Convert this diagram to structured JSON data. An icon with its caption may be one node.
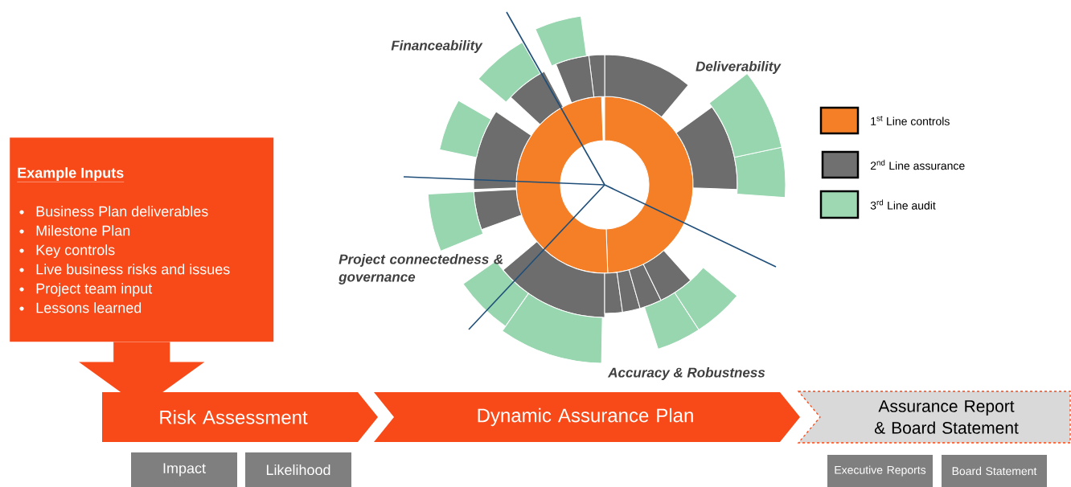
{
  "diagram": {
    "nodes": [
      {
        "text": [
          "Example Inputs",
          "Business Plan deliverables",
          "Milestone Plan",
          "Key controls",
          "Live business risks and issues",
          "Project team input",
          "Lessons learned"
        ]
      },
      {
        "text": [
          "Risk Assessment"
        ]
      },
      {
        "text": [
          "Dynamic Assurance Plan"
        ]
      },
      {
        "text": [
          "Assurance Report & Board Statement"
        ]
      },
      {
        "text": [
          "Impact"
        ]
      },
      {
        "text": [
          "Likelihood"
        ]
      },
      {
        "text": [
          "Executive Reports"
        ]
      },
      {
        "text": [
          "Board Statement"
        ]
      }
    ],
    "edges": [
      {
        "from": 0,
        "to": 1,
        "arrow": "to",
        "style": "thick"
      }
    ],
    "labels": [
      "Financeability",
      "Deliverability",
      "Project connectedness & governance",
      "Accuracy & Robustness"
    ],
    "legend": [
      {
        "text": "1$^{st}$ Line controls",
        "color": "#f47f26"
      },
      {
        "text": "2$^{nd}$ Line assurance",
        "color": "#707070"
      },
      {
        "text": "3$^{rd}$ Line audit",
        "color": "#9dd8b3"
      }
    ]
  }
}
